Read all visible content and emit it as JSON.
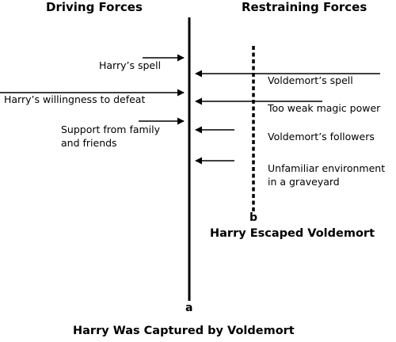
{
  "headings": {
    "driving": "Driving Forces",
    "restraining": "Restraining Forces"
  },
  "driving_forces": [
    "Harry’s spell",
    "Harry’s willingness to defeat",
    "Support from family and friends"
  ],
  "restraining_forces": [
    "Voldemort’s spell",
    "Too weak magic power",
    "Voldemort’s followers",
    "Unfamiliar environment in a graveyard"
  ],
  "line_a": {
    "tag": "a",
    "caption": "Harry Was Captured by Voldemort"
  },
  "line_b": {
    "tag": "b",
    "caption": "Harry Escaped Voldemort"
  },
  "colors": {
    "ink": "#000000",
    "background": "#ffffff"
  }
}
